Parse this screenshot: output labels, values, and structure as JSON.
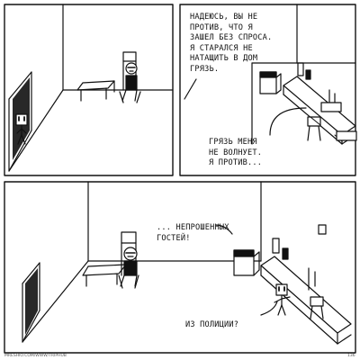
{
  "panels": [
    {
      "id": "panel-1",
      "description_text": []
    },
    {
      "id": "panel-2",
      "dialogue": [
        "Надеюсь, вы не\nпротив, что я\nзашел без спроса.\nЯ старался не\nнатащить в дом\nгрязь.",
        "Грязь меня\nне волнует.\nЯ против..."
      ]
    },
    {
      "id": "panel-3",
      "dialogue": [
        "... непрошенных\nгостей!",
        "Из полиции?"
      ]
    }
  ],
  "footer": {
    "credit_left": "MRESHIO.COM/WWW/TRIPHUB",
    "page_number": "136"
  },
  "colors": {
    "ink": "#111111",
    "paper": "#ffffff"
  }
}
